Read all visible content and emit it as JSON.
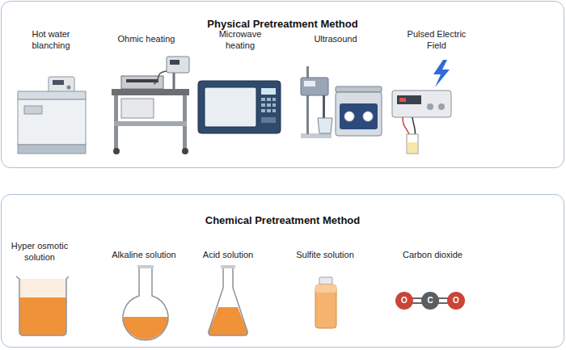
{
  "diagram": {
    "nodes": [
      {
        "text": [
          "Physical Pretreatment Method"
        ]
      },
      {
        "text": [
          "Chemical Pretreatment Method"
        ]
      }
    ],
    "labels": [
      "Hot water blanching",
      "Ohmic heating",
      "Microwave heating",
      "Ultrasound",
      "Pulsed Electric Field",
      "Hyper osmotic solution",
      "Alkaline solution",
      "Acid solution",
      "Sulfite solution",
      "Carbon dioxide",
      "O",
      "C",
      "O"
    ]
  }
}
